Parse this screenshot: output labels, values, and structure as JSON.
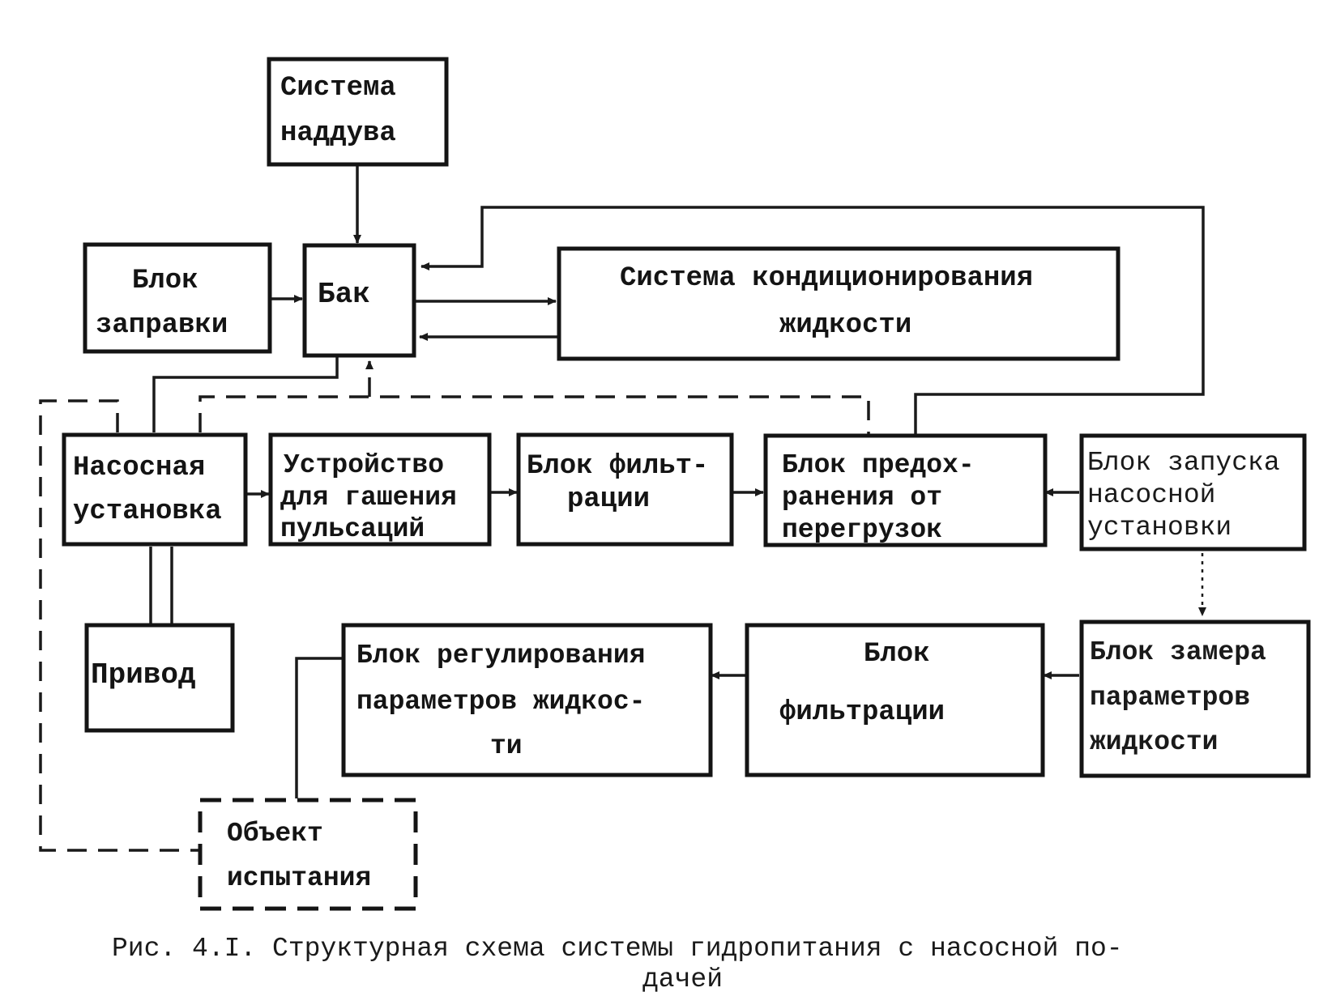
{
  "blocks": {
    "nadduv": [
      "Система",
      "наддува"
    ],
    "zapravka": [
      "Блок",
      "заправки"
    ],
    "bak": [
      "Бак"
    ],
    "konditsionirovanie": [
      "Система кондиционирования",
      "жидкости"
    ],
    "nasosnaya": [
      "Насосная",
      "установка"
    ],
    "gashenie": [
      "Устройство",
      "для гашения",
      "пульсаций"
    ],
    "filtratsiya1": [
      "Блок фильт-",
      "рации"
    ],
    "peregruzki": [
      "Блок предох-",
      "ранения от",
      "перегрузок"
    ],
    "zapusk": [
      "Блок запуска",
      "насосной",
      "установки"
    ],
    "privod": [
      "Привод"
    ],
    "regulirovanie": [
      "Блок регулирования",
      "параметров жидкос-",
      "ти"
    ],
    "filtratsiya2": [
      "Блок",
      "фильтрации"
    ],
    "zamer": [
      "Блок замера",
      "параметров",
      "жидкости"
    ],
    "obekt": [
      "Объект",
      "испытания"
    ]
  },
  "caption": {
    "line1": "Рис. 4.I. Структурная схема системы гидропитания с насосной по-",
    "line2": "дачей"
  }
}
